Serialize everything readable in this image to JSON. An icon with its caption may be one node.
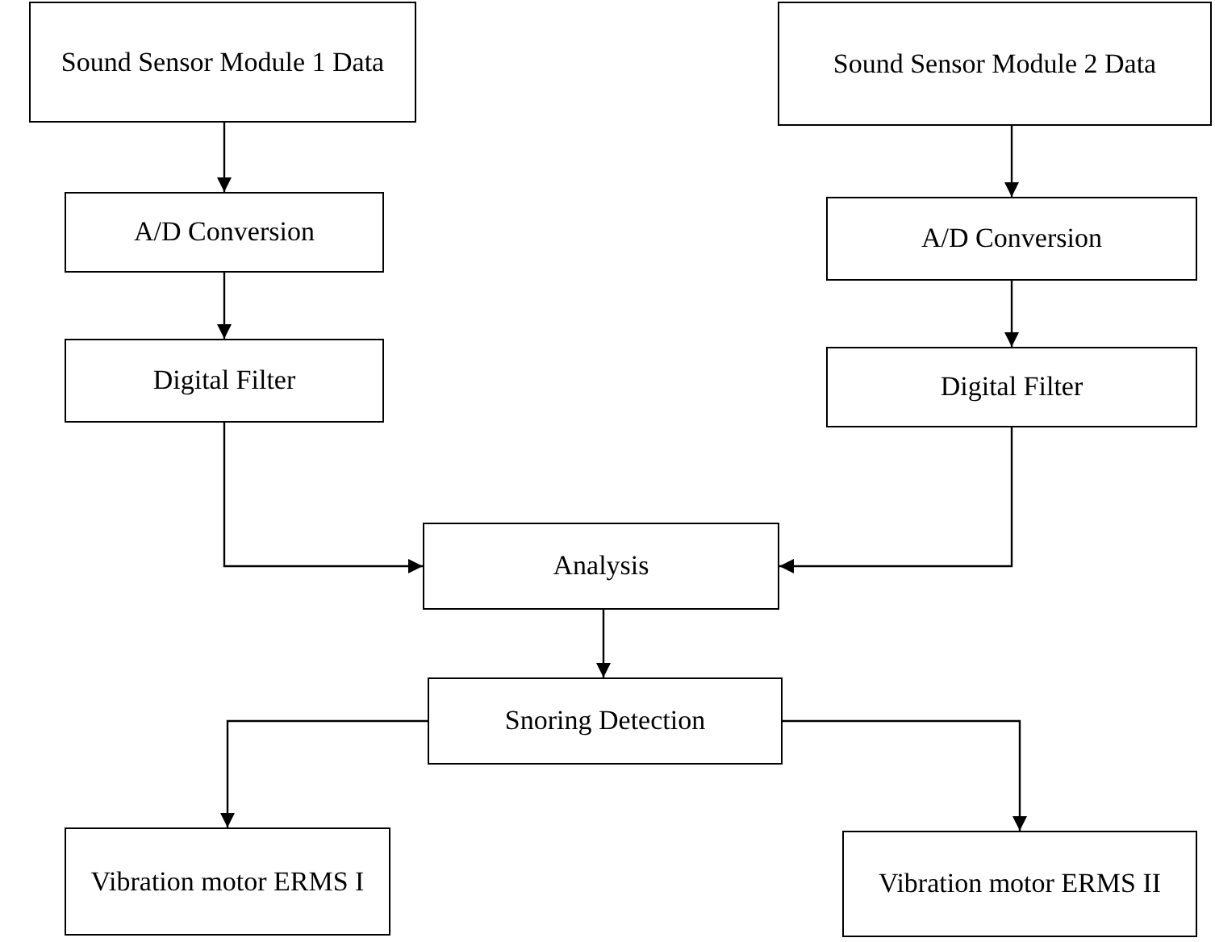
{
  "diagram": {
    "nodes": [
      {
        "text": [
          "Sound Sensor Module 1 Data"
        ]
      },
      {
        "text": [
          "A/D Conversion"
        ]
      },
      {
        "text": [
          "Digital Filter"
        ]
      },
      {
        "text": [
          "Sound Sensor Module 2 Data"
        ]
      },
      {
        "text": [
          "A/D Conversion"
        ]
      },
      {
        "text": [
          "Digital Filter"
        ]
      },
      {
        "text": [
          "Analysis"
        ]
      },
      {
        "text": [
          "Snoring Detection"
        ]
      },
      {
        "text": [
          "Vibration motor ERMS I"
        ]
      },
      {
        "text": [
          "Vibration motor ERMS II"
        ]
      }
    ],
    "edges": [
      {
        "from": 0,
        "to": 1,
        "arrow": "to"
      },
      {
        "from": 1,
        "to": 2,
        "arrow": "to"
      },
      {
        "from": 3,
        "to": 4,
        "arrow": "to"
      },
      {
        "from": 4,
        "to": 5,
        "arrow": "to"
      },
      {
        "from": 2,
        "to": 6,
        "arrow": "to"
      },
      {
        "from": 5,
        "to": 6,
        "arrow": "to"
      },
      {
        "from": 6,
        "to": 7,
        "arrow": "to"
      },
      {
        "from": 7,
        "to": 8,
        "arrow": "to"
      },
      {
        "from": 7,
        "to": 9,
        "arrow": "to"
      }
    ]
  }
}
